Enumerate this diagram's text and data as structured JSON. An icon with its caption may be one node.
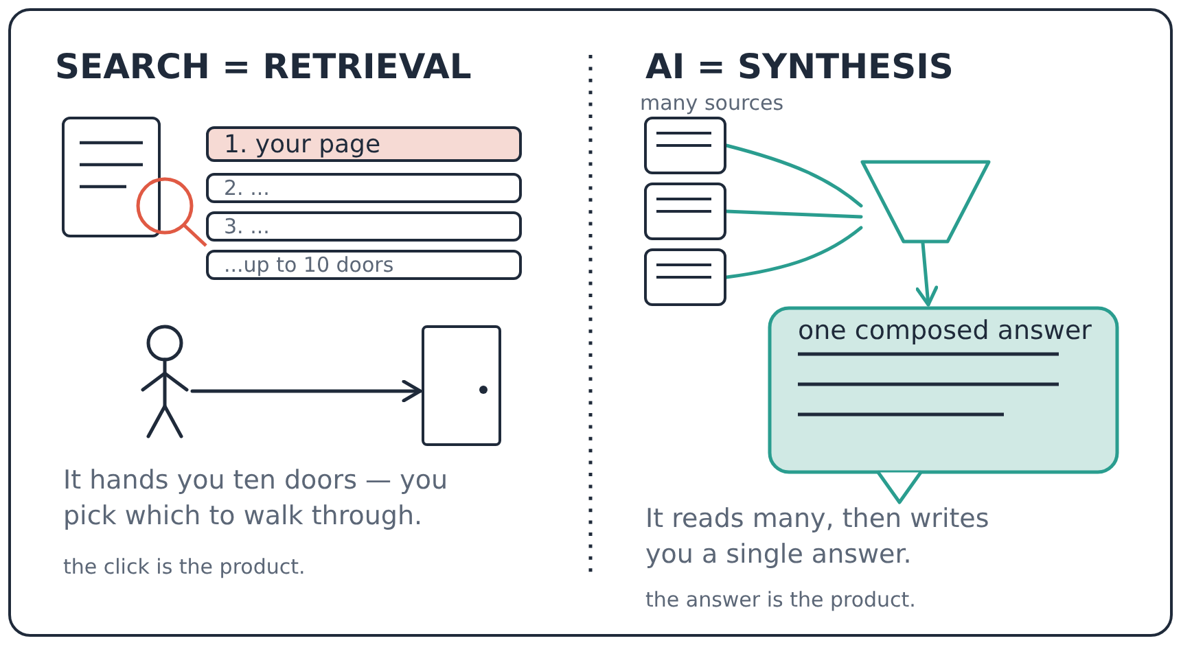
{
  "diagram": {
    "nodes": [
      {
        "text": [
          "1. your page"
        ]
      },
      {
        "text": [
          "2. ..."
        ]
      },
      {
        "text": [
          "3. ..."
        ]
      },
      {
        "text": [
          "...up to 10 doors"
        ]
      },
      {
        "text": [],
        "shape": "person"
      },
      {
        "text": [],
        "shape": "picture"
      },
      {
        "text": [],
        "shape": "box"
      },
      {
        "text": [],
        "shape": "box"
      },
      {
        "text": [],
        "shape": "box"
      },
      {
        "text": [],
        "shape": "funnel"
      },
      {
        "text": [
          "one composed answer"
        ]
      }
    ],
    "edges": [
      {
        "from": 4,
        "to": 5,
        "arrow": "to",
        "color": "#1f2a3a"
      },
      {
        "from": 6,
        "to": 9,
        "arrow": "none"
      },
      {
        "from": 7,
        "to": 9,
        "arrow": "none"
      },
      {
        "from": 8,
        "to": 9,
        "arrow": "none"
      },
      {
        "from": 9,
        "to": 10,
        "arrow": "to"
      }
    ],
    "labels": [
      "SEARCH = RETRIEVAL",
      "AI = SYNTHESIS",
      "many sources",
      "It hands you ten doors — you pick which to walk through.",
      "the click is the product.",
      "It reads many, then writes you a single answer.",
      "the answer is the product."
    ]
  }
}
